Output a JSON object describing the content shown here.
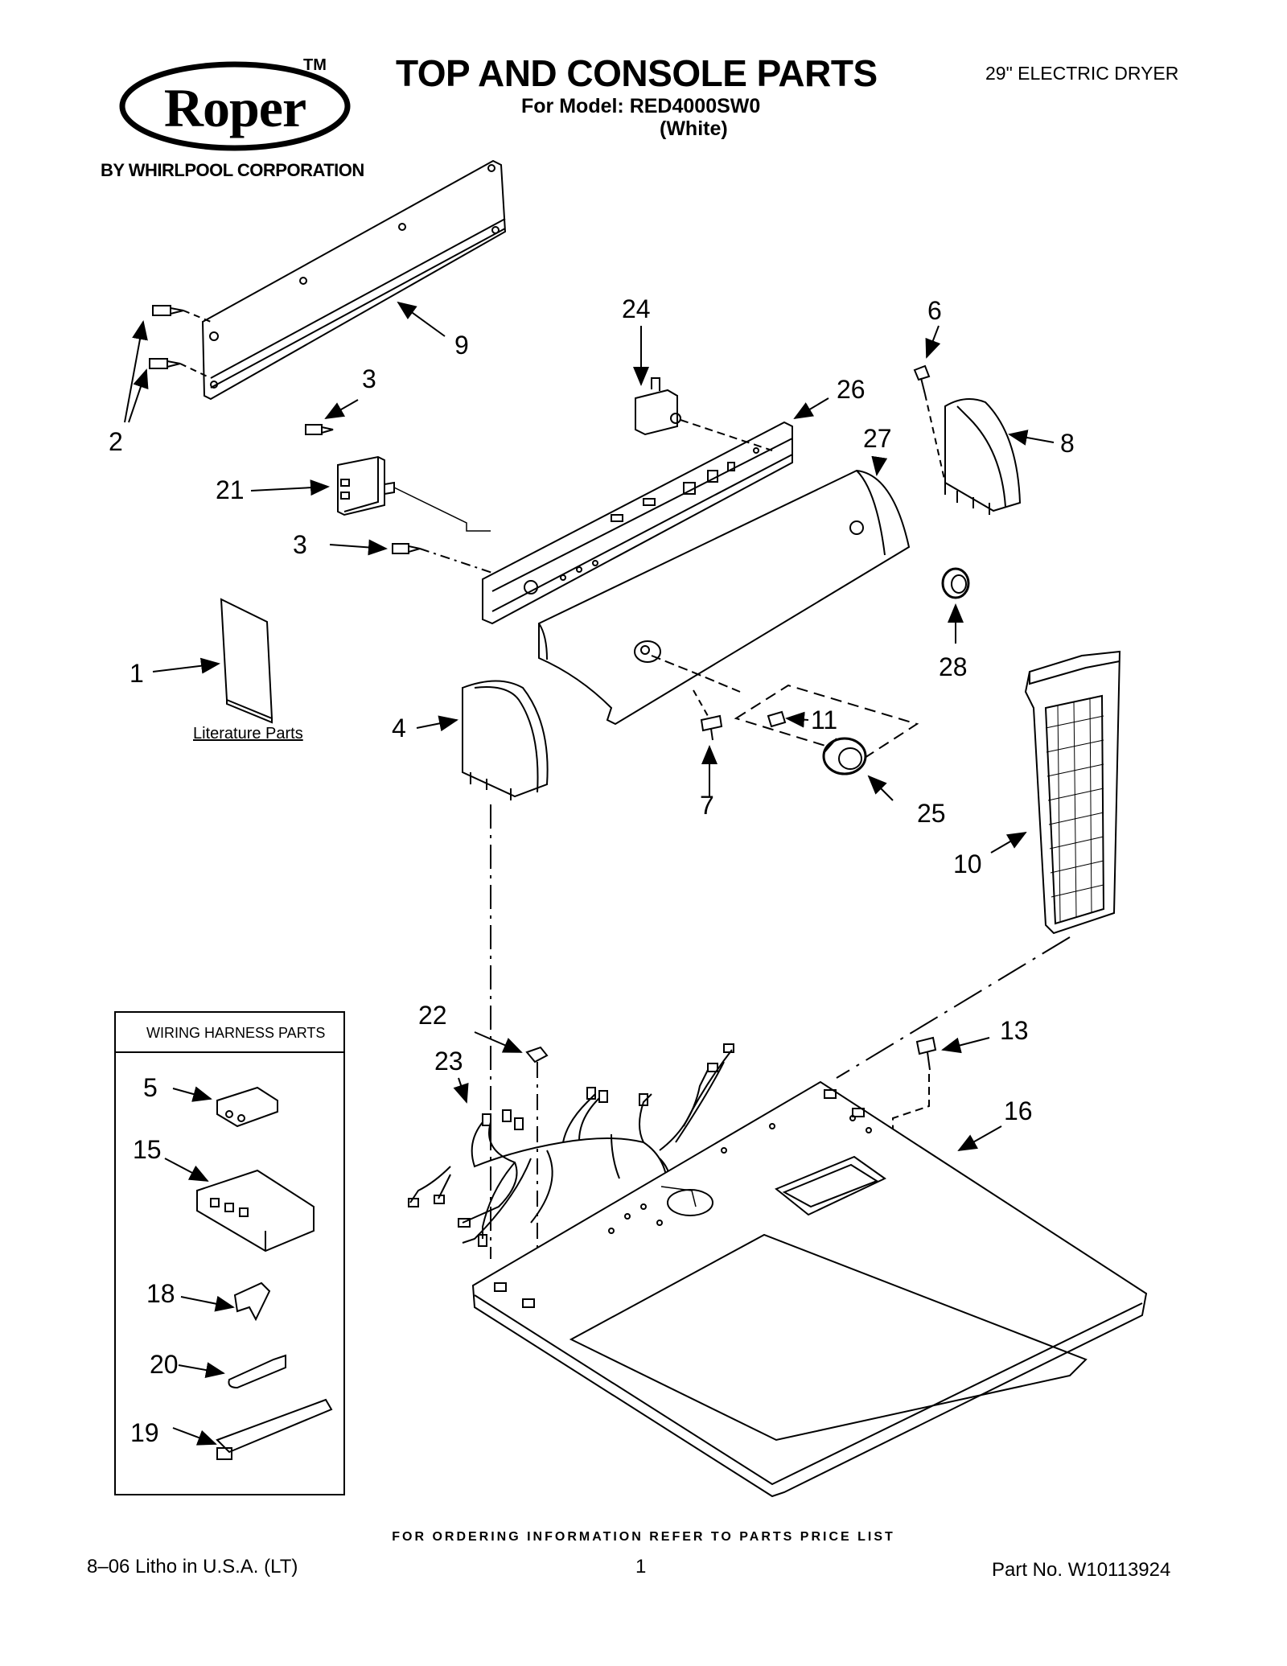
{
  "brand": {
    "logo_text": "Roper",
    "trademark": "TM",
    "subtitle": "BY WHIRLPOOL CORPORATION"
  },
  "header": {
    "title": "TOP AND CONSOLE PARTS",
    "model_line": "For Model: RED4000SW0",
    "color_line": "(White)",
    "product": "29\" ELECTRIC DRYER"
  },
  "callouts": {
    "c1": "1",
    "c2": "2",
    "c3a": "3",
    "c3b": "3",
    "c4": "4",
    "c5": "5",
    "c6": "6",
    "c7": "7",
    "c8": "8",
    "c9": "9",
    "c10": "10",
    "c11": "11",
    "c13": "13",
    "c15": "15",
    "c16": "16",
    "c18": "18",
    "c19": "19",
    "c20": "20",
    "c21": "21",
    "c22": "22",
    "c23": "23",
    "c24": "24",
    "c25": "25",
    "c26": "26",
    "c27": "27",
    "c28": "28"
  },
  "literature_label": "Literature Parts",
  "wiring_box_title": "WIRING HARNESS PARTS",
  "footer": {
    "ordering": "FOR ORDERING INFORMATION REFER TO PARTS PRICE LIST",
    "litho": "8–06 Litho in U.S.A. (LT)",
    "page": "1",
    "part_no": "Part No. W10113924"
  }
}
